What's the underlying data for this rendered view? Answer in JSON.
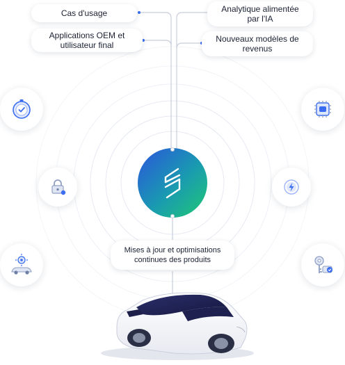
{
  "labels": {
    "use_cases": "Cas d'usage",
    "ai_analytics": "Analytique alimentée\npar l'IA",
    "oem_apps": "Applications OEM et\nutilisateur final",
    "revenue_models": "Nouveaux modèles de\nrevenus",
    "updates": "Mises à jour et optimisations\ncontinues des produits"
  },
  "icons": {
    "hub": "logo-s-icon",
    "left": [
      "stopwatch-icon",
      "lock-icon",
      "connected-car-icon"
    ],
    "right": [
      "chip-icon",
      "energy-icon",
      "key-icon"
    ]
  },
  "colors": {
    "hub_gradient_start": "#2f5fe0",
    "hub_gradient_end": "#1fc26b",
    "accent_blue": "#3b6df0",
    "ring": "#e4e8f2",
    "line": "#c9cfdc"
  }
}
